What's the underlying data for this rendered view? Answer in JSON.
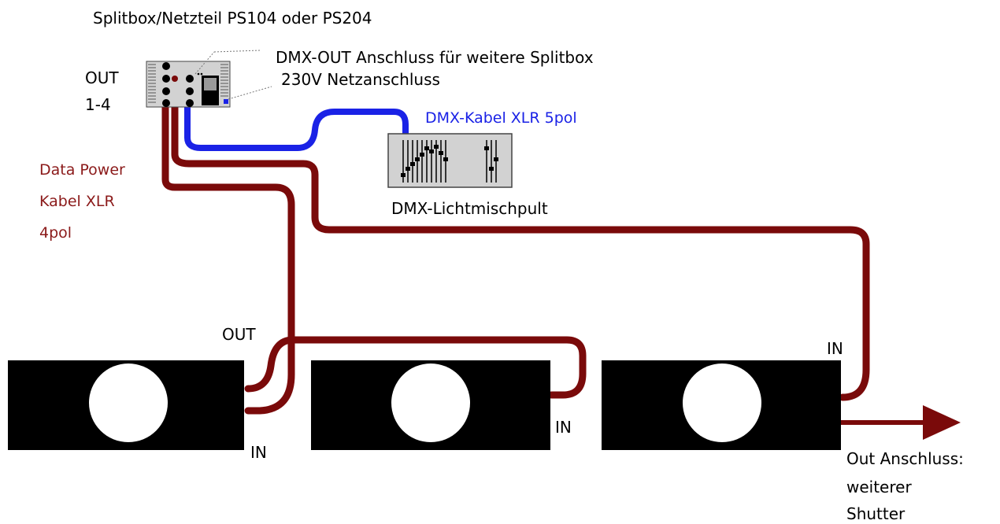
{
  "labels": {
    "title": "Splitbox/Netzteil PS104 oder PS204",
    "out_1": "OUT",
    "out_2": "1-4",
    "dmx_out": "DMX-OUT Anschluss für weitere Splitbox",
    "netz": "230V Netzanschluss",
    "dmx_cable": "DMX-Kabel XLR 5pol",
    "mixer": "DMX-Lichtmischpult",
    "data_power_1": "Data Power",
    "data_power_2": "Kabel XLR",
    "data_power_3": "4pol",
    "out_shutter1": "OUT",
    "in_shutter1": "IN",
    "in_shutter2": "IN",
    "in_shutter3": "IN",
    "out_anschluss_1": "Out Anschluss:",
    "out_anschluss_2": "weiterer",
    "out_anschluss_3": "Shutter"
  },
  "colors": {
    "power_cable": "#7a0a0a",
    "dmx_cable": "#1a22e6",
    "data_power_text": "#8b1a1a",
    "dmx_text": "#1a22e6",
    "device_fill": "#d2d2d2",
    "shutter_fill": "#000000"
  },
  "icons": {
    "splitbox": "splitbox-device",
    "mixer": "dmx-mixer-device",
    "arrow": "arrow-right-icon"
  }
}
